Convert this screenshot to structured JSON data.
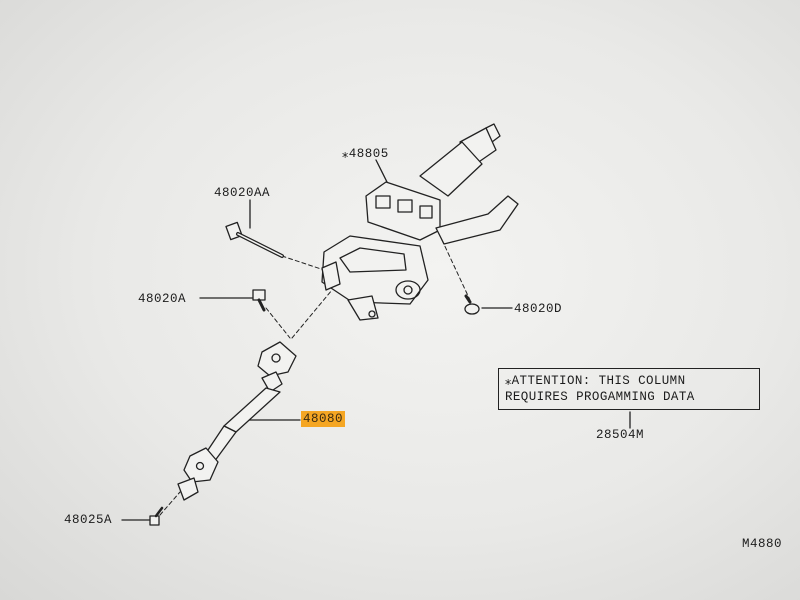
{
  "labels": {
    "column_assembly": "⁎48805",
    "bolt_long": "48020AA",
    "bolt_a": "48020A",
    "bolt_d": "48020D",
    "lower_shaft": "48080",
    "bolt_lower": "48025A",
    "program_data": "28504M",
    "figure_code": "M4880"
  },
  "notice": {
    "line1": "⁎ATTENTION: THIS COLUMN",
    "line2": "REQUIRES PROGAMMING DATA"
  },
  "colors": {
    "highlight": "#f5a623",
    "ink": "#1c1c1c"
  }
}
